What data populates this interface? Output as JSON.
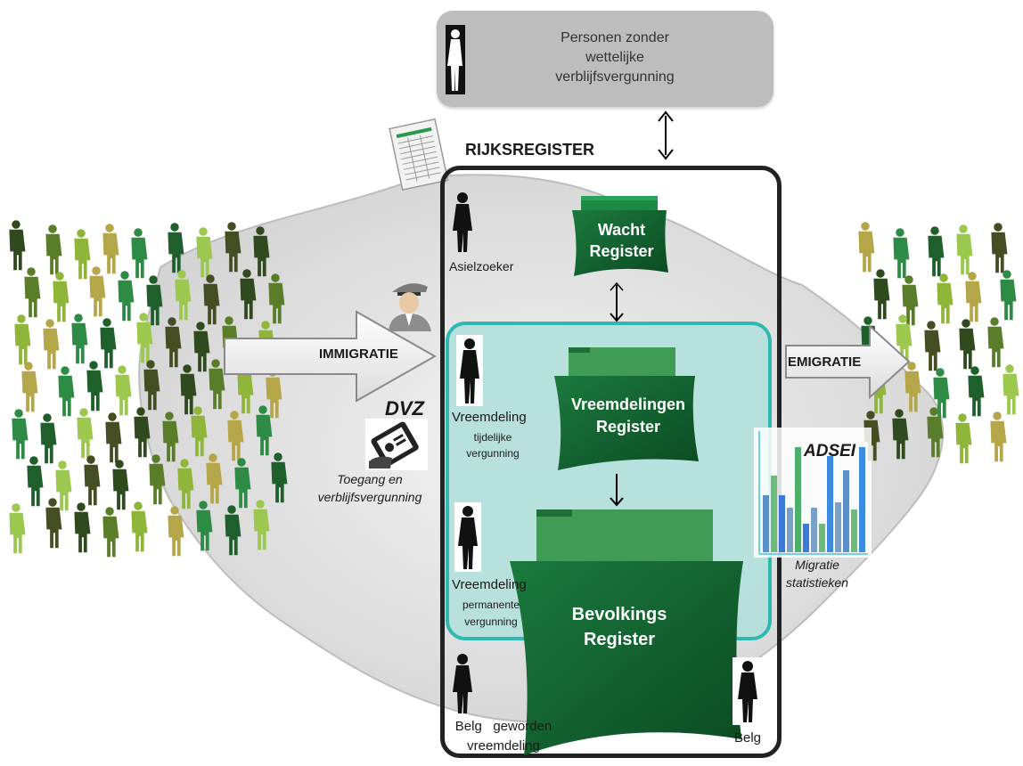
{
  "top_box": {
    "title_line1": "Personen zonder",
    "title_line2": "wettelijke",
    "title_line3": "verblijfsvergunning"
  },
  "rijksregister": {
    "title": "RIJKSREGISTER"
  },
  "wacht_register": {
    "line1": "Wacht",
    "line2": "Register"
  },
  "vreemdelingen_register": {
    "line1": "Vreemdelingen",
    "line2": "Register"
  },
  "bevolkings_register": {
    "line1": "Bevolkings",
    "line2": "Register"
  },
  "persons": {
    "asielzoeker": "Asielzoeker",
    "vreemdeling_tijdelijk_title": "Vreemdeling",
    "vreemdeling_tijdelijk_sub1": "tijdelijke",
    "vreemdeling_tijdelijk_sub2": "vergunning",
    "vreemdeling_permanent_title": "Vreemdeling",
    "vreemdeling_permanent_sub1": "permanente",
    "vreemdeling_permanent_sub2": "vergunning",
    "belg_geworden_line1": "Belg   geworden",
    "belg_geworden_line2": "vreemdeling",
    "belg": "Belg"
  },
  "immigratie": {
    "label": "IMMIGRATIE"
  },
  "emigratie": {
    "label": "EMIGRATIE"
  },
  "dvz": {
    "title": "DVZ",
    "caption_line1": "Toegang en",
    "caption_line2": "verblijfsvergunning"
  },
  "adsei": {
    "title": "ADSEI",
    "caption_line1": "Migratie",
    "caption_line2": "statistieken"
  },
  "colors": {
    "dark_green": "#0e5a2c",
    "mid_green": "#1f8a45",
    "teal_box": "#b7e1de",
    "teal_border": "#2bb8b0",
    "gray_box": "#c8c8c8",
    "olive": "#9a9a4a"
  }
}
